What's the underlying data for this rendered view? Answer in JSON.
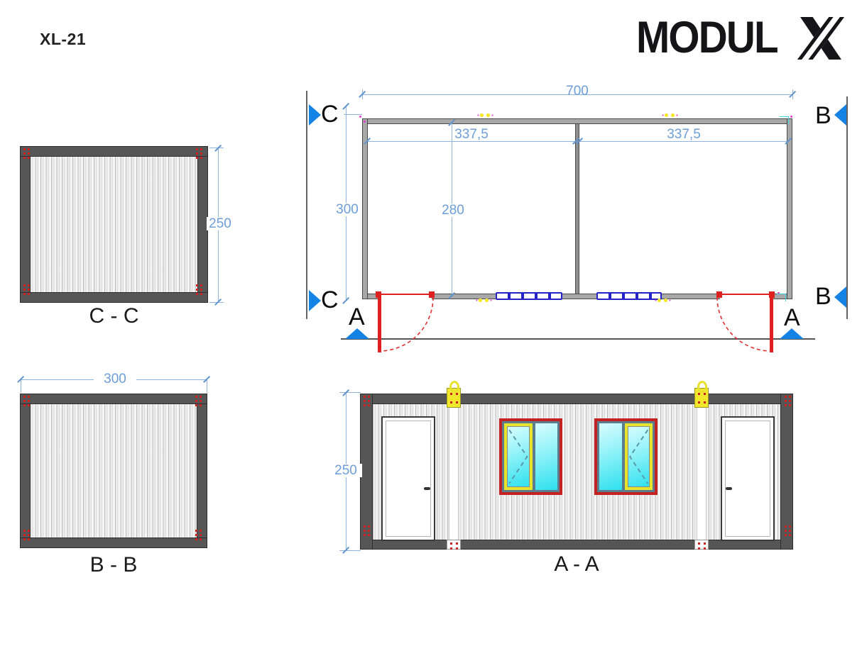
{
  "header": {
    "model_label": "XL-21",
    "brand": {
      "word": "MODUL",
      "mark": "X"
    }
  },
  "floor_plan": {
    "dimensions": {
      "total_width": "700",
      "left_room_width": "337,5",
      "right_room_width": "337,5",
      "outer_depth": "300",
      "inner_depth": "280"
    },
    "section_markers": {
      "c": "C",
      "b": "B",
      "a": "A"
    }
  },
  "section_views": {
    "cc": {
      "label": "C - C",
      "height_dim": "250"
    },
    "bb": {
      "label": "B - B",
      "width_dim": "300"
    },
    "aa": {
      "label": "A - A",
      "height_dim": "250"
    }
  },
  "colors": {
    "dimension_blue": "#6d9ed9",
    "marker_blue": "#1583e6",
    "wall_gray": "#a8a8a8",
    "frame_dark": "#565656",
    "door_swing_red": "#de2020",
    "plan_window_blue": "#2323c8",
    "glass_cyan": "#2ee0ee",
    "window_frame_red": "#c32222",
    "operable_sash_yellow": "#e8e42c",
    "connector_yellow": "#f4e82c"
  }
}
